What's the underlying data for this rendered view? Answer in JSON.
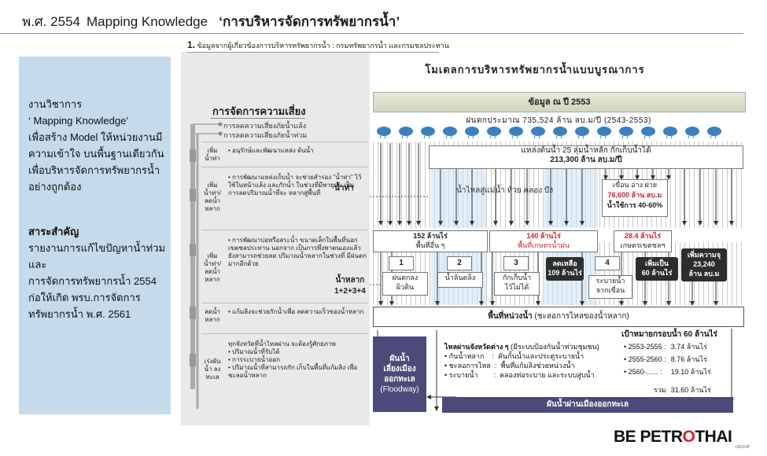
{
  "header": {
    "year": "พ.ศ. 2554",
    "title_prefix": "Mapping Knowledge",
    "title_main": "‘การบริหารจัดการทรัพยากรน้ำ’"
  },
  "left_panel": {
    "intro_lines": [
      "งานวิชาการ",
      "‘ Mapping Knowledge’",
      "เพื่อสร้าง Model  ให้หน่วยงานมี",
      "ความเข้าใจ บนพื้นฐานเดียวกัน",
      "เพื่อบริหารจัดการทรัพยากรน้ำ",
      "อย่างถูกต้อง"
    ],
    "key_title": "สาระสำคัญ",
    "key_lines": [
      "รายงานการแก้ไขปัญหาน้ำท่วม และ",
      "การจัดการทรัพยากรน้ำ 2554",
      "ก่อให้เกิด พรบ.การจัดการ",
      "ทรัพยากรน้ำ พ.ศ. 2561"
    ]
  },
  "section": {
    "number": "1.",
    "text": "ข้อมูลจากผู้เกี่ยวข้องการบริหารทรัพยากรน้ำ : กรมทรัพยากรน้ำ และกรมชลประทาน"
  },
  "diagram_title": "โมเดลการบริหารทรัพยากรน้ำแบบบูรณาการ",
  "risk": {
    "title": "การจัดการความเสี่ยง",
    "drought": "การลดความเสี่ยงภัยน้ำแล้ง",
    "flood": "การลดความเสี่ยงภัยน้ำท่วม",
    "rows": [
      {
        "cat": "เพิ่ม น้ำท่า",
        "desc": "• อนุรักษ์และพัฒนาแหล่ง ต้นน้ำ"
      },
      {
        "cat": "เพิ่ม น้ำท่า/ ลดน้ำ หลาก",
        "desc": "• การพัฒนาแหล่งเก็บน้ำ จะช่วยสำรอง \"น้ำท่า\" ไว้ ใช้ในหน้าแล้ง และกักน้ำ ในช่วงที่มีพายุฝน เป็น การลดปริมาณน้ำที่จะ หลากสู่พื้นที่"
      },
      {
        "cat": "เพิ่ม น้ำท่า/ ลดน้ำ หลาก",
        "desc": "• การพัฒนาบ่อหรือสระน้ำ ขนาดเล็กในพื้นที่นอก เขตชลประทาน นอกจาก เป็นการพึ่งพาตนเองแล้ว ยังสามารถช่วยลด ปริมาณน้ำหลากในช่วงที่ มีฝนตกมากอีกด้วย"
      },
      {
        "cat": "ลดน้ำ หลาก",
        "desc": "• แก้มลิงจะช่วยกักน้ำเพื่อ ลดความเร็วของน้ำหลาก"
      },
      {
        "cat": "เร่งผัน น้ำ ลงทะเล",
        "desc": "ทุกจังหวัดที่น้ำไหลผ่าน จะต้องรู้ศักยภาพ\n• ปริมาณน้ำที่รับได้\n• การระบายน้ำออก\n• ปริมาณน้ำที่สามารถกัก เก็บในพื้นที่แก้มลิง เพื่อ ชะลอน้ำหลาก"
      }
    ]
  },
  "data_box": "ข้อมูล ณ ปี 2553",
  "rain": "ฝนตกประมาณ 735,524 ล้าน ลบ.ม/ปี (2543-2553)",
  "source": {
    "line1": "แหล่งต้นน้ำ 25 ลุ่มน้ำหลัก กักเก็บน้ำได้",
    "line2": "213,300 ล้าน ลบ.ม/ปี"
  },
  "river_flow": "น้ำไหลสู่แม่น้ำ ห้วย คลอง บึง",
  "dam": {
    "line1": "เขื่อน อ่าง ฝาย",
    "line2": "76,600 ล้าน ลบ.ม",
    "line3": "น้ำใช้การ 40-60%"
  },
  "label_runoff": "น้ำท่า",
  "label_flood": "น้ำหลาก",
  "label_flood_sum": "1+2+3+4",
  "mid_boxes": [
    {
      "line1": "152 ล้านไร่",
      "line2": "พื้นที่อื่น ๆ"
    },
    {
      "line1": "140 ล้านไร่",
      "line2": "พื้นที่เกษตรน้ำฝน"
    },
    {
      "line1": "28.4 ล้านไร่",
      "line2": "เกษตรเขตชลฯ"
    }
  ],
  "steps": [
    {
      "num": "1",
      "line1": "ฝนตกลง",
      "line2": "ผิวดิน"
    },
    {
      "num": "2",
      "line1": "น้ำล้นตลิ่ง",
      "line2": ""
    },
    {
      "num": "3",
      "line1": "กักเก็บน้ำ",
      "line2": "ไว้ไม่ได้"
    },
    {
      "num": "4",
      "line1": "ระบายน้ำ",
      "line2": "จากเขื่อน"
    }
  ],
  "bubbles": [
    {
      "line1": "ลดเหลือ",
      "line2": "109 ล้านไร่"
    },
    {
      "line1": "เพิ่มเป็น",
      "line2": "60 ล้านไร่"
    },
    {
      "line1": "เพิ่มความจุ",
      "line2": "23,240",
      "line3": "ล้าน ลบ.ม"
    }
  ],
  "floodway_area": {
    "bold": "พื้นที่หน่วงน้ำ",
    "rest": " (ชะลอการไหลของน้ำหลาก)"
  },
  "floodway": [
    "ผันน้ำ",
    "เลี่ยงเมือง",
    "ออกทะเล",
    "(Floodway)"
  ],
  "provinces": {
    "title": "ไหลผ่านจังหวัดต่าง ๆ",
    "title_rest": " (มีระบบป้องกันน้ำท่วมชุมชน)",
    "items": [
      "• กันน้ำหลาก    :  คันกั้นน้ำและประตูระบายน้ำ",
      "• ชะลอการไหล  :  พื้นที่แก้มลิงช่วยหน่วงน้ำ",
      "• ระบายน้ำ        :  คลองท่อระบาย และระบบสูบน้ำ"
    ]
  },
  "sea": "ผันน้ำผ่านเมืองออกทะเล",
  "goal": {
    "title": "เป้าหมายกรอบน้ำ 60 ล้านไร่",
    "rows": [
      {
        "period": "• 2553-2555 :",
        "value": "3.74 ล้านไร่"
      },
      {
        "period": "• 2555-2560 :",
        "value": "8.76 ล้านไร่"
      },
      {
        "period": "• 2560-...... :",
        "value": "19.10 ล้านไร่"
      },
      {
        "period": "รวม",
        "value": "31.60 ล้านไร่"
      }
    ]
  },
  "logo": {
    "part1": "BE PETR",
    "o": "O",
    "part2": "THAI",
    "sub": "GROUP"
  },
  "colors": {
    "left_panel": "#c5daea",
    "navy": "#4b4a78",
    "red_text": "#d2232a",
    "dark_bubble": "#2d2d2d"
  }
}
